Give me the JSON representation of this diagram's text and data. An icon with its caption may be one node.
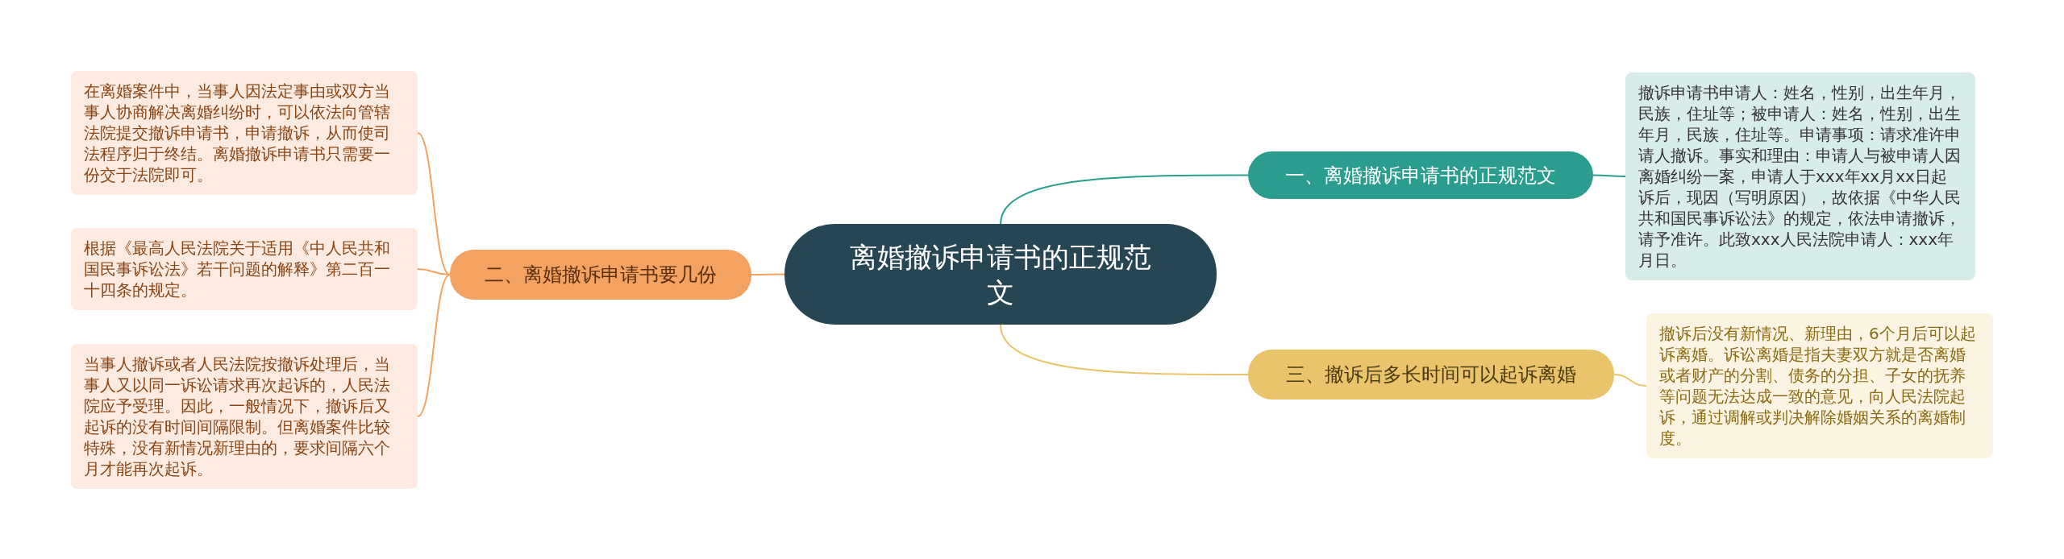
{
  "diagram": {
    "nodes": [
      {
        "text": [
          "离婚撤诉申请书的正规范文"
        ]
      },
      {
        "text": [
          "一、离婚撤诉申请书的正规范文"
        ]
      },
      {
        "text": [
          "撤诉申请书申请人：姓名，性别，出生年月，民族，住址等；被申请人：姓名，性别，出生年月，民族，住址等。申请事项：请求准许申请人撤诉。事实和理由：申请人与被申请人因离婚纠纷一案，申请人于xxx年xx月xx日起诉后，现因（写明原因），故依据《中华人民共和国民事诉讼法》的规定，依法申请撤诉，请予准许。此致xxx人民法院申请人：xxx年月日。"
        ]
      },
      {
        "text": [
          "二、离婚撤诉申请书要几份"
        ]
      },
      {
        "text": [
          "在离婚案件中，当事人因法定事由或双方当事人协商解决离婚纠纷时，可以依法向管辖法院提交撤诉申请书，申请撤诉，从而使司法程序归于终结。离婚撤诉申请书只需要一份交于法院即可。"
        ]
      },
      {
        "text": [
          "根据《最高人民法院关于适用《中人民共和国民事诉讼法》若干问题的解释》第二百一十四条的规定。"
        ]
      },
      {
        "text": [
          "当事人撤诉或者人民法院按撤诉处理后，当事人又以同一诉讼请求再次起诉的，人民法院应予受理。因此，一般情况下，撤诉后又起诉的没有时间间隔限制。但离婚案件比较特殊，没有新情况新理由的，要求间隔六个月才能再次起诉。"
        ]
      },
      {
        "text": [
          "三、撤诉后多长时间可以起诉离婚"
        ]
      },
      {
        "text": [
          "撤诉后没有新情况、新理由，6个月后可以起诉离婚。诉讼离婚是指夫妻双方就是否离婚或者财产的分割、债务的分担、子女的抚养等问题无法达成一致的意见，向人民法院起诉，通过调解或判决解除婚姻关系的离婚制度。"
        ]
      }
    ],
    "edges": [
      {
        "from": 0,
        "to": 1,
        "arrow": "none",
        "color": "#2a9d8f"
      },
      {
        "from": 1,
        "to": 2,
        "arrow": "none",
        "color": "#2a9d8f"
      },
      {
        "from": 0,
        "to": 3,
        "arrow": "none",
        "color": "#f4a261"
      },
      {
        "from": 3,
        "to": 4,
        "arrow": "none",
        "color": "#f4a261"
      },
      {
        "from": 3,
        "to": 5,
        "arrow": "none",
        "color": "#f4a261"
      },
      {
        "from": 3,
        "to": 6,
        "arrow": "none",
        "color": "#f4a261"
      },
      {
        "from": 0,
        "to": 7,
        "arrow": "none",
        "color": "#e9c46a"
      },
      {
        "from": 7,
        "to": 8,
        "arrow": "none",
        "color": "#e9c46a"
      }
    ]
  }
}
